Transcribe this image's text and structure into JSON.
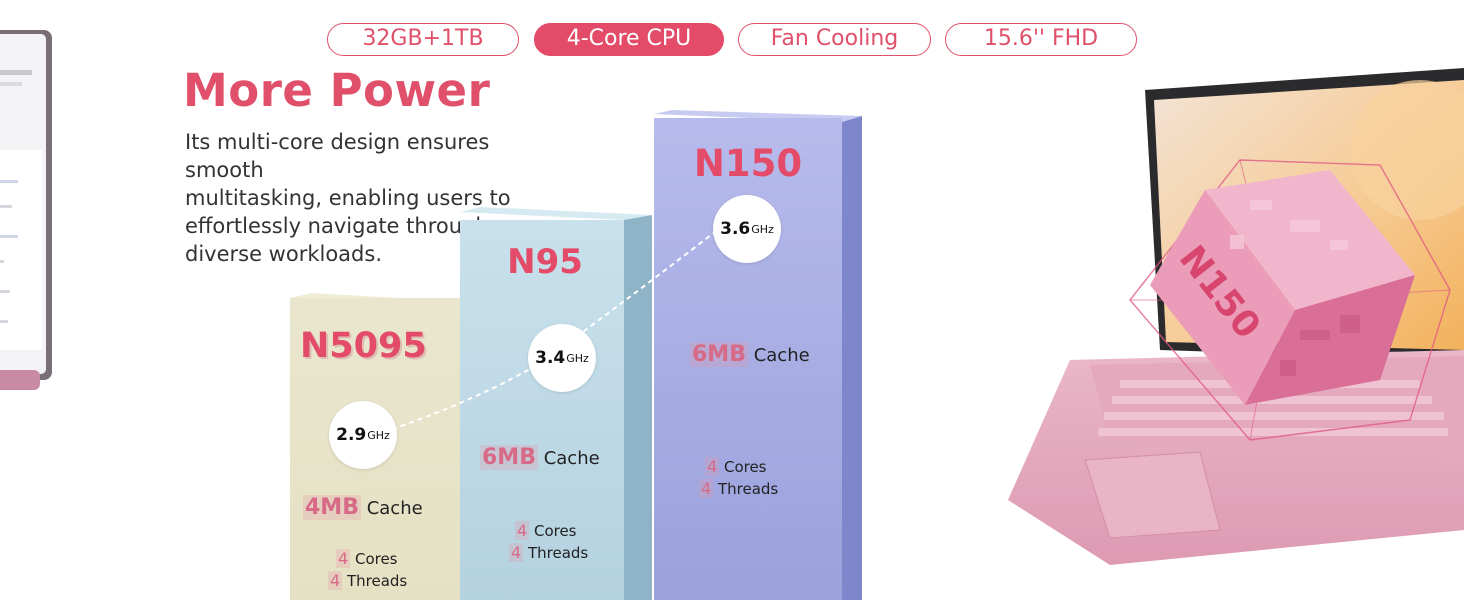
{
  "pills": [
    {
      "label": "32GB+1TB",
      "active": false
    },
    {
      "label": "4-Core CPU",
      "active": true
    },
    {
      "label": "Fan Cooling",
      "active": false
    },
    {
      "label": "15.6'' FHD",
      "active": false
    }
  ],
  "heading": "More Power",
  "description": [
    "Its multi-core design ensures smooth",
    "multitasking, enabling users to",
    "effortlessly navigate through",
    "diverse workloads."
  ],
  "processors": [
    {
      "name": "N5095",
      "ghz": "2.9",
      "ghz_unit": "GHz",
      "cache_size": "4MB",
      "cache_word": "Cache",
      "cores": "4",
      "cores_word": "Cores",
      "threads": "4",
      "threads_word": "Threads",
      "color": "#e6e3c6"
    },
    {
      "name": "N95",
      "ghz": "3.4",
      "ghz_unit": "GHz",
      "cache_size": "6MB",
      "cache_word": "Cache",
      "cores": "4",
      "cores_word": "Cores",
      "threads": "4",
      "threads_word": "Threads",
      "color": "#b9d6e3"
    },
    {
      "name": "N150",
      "ghz": "3.6",
      "ghz_unit": "GHz",
      "cache_size": "6MB",
      "cache_word": "Cache",
      "cores": "4",
      "cores_word": "Cores",
      "threads": "4",
      "threads_word": "Threads",
      "color": "#9ea4de"
    }
  ],
  "laptop_chip_label": "N150",
  "colors": {
    "accent": "#e34b68",
    "laptop_pink": "#e9a9c1"
  }
}
